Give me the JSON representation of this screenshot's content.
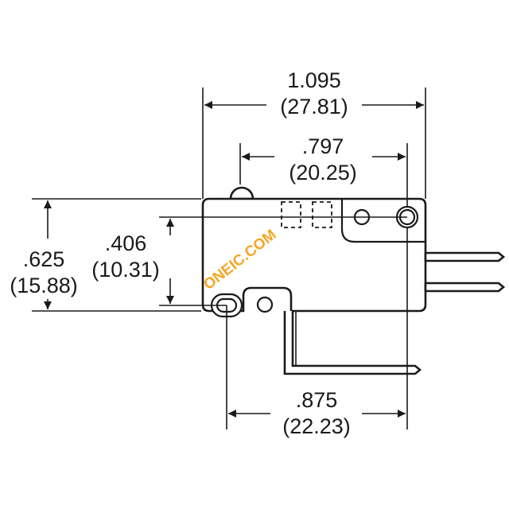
{
  "dimensions": {
    "overall_length": {
      "inch": "1.095",
      "mm": "(27.81)"
    },
    "mounting_to_lever": {
      "inch": ".797",
      "mm": "(20.25)"
    },
    "height": {
      "inch": ".625",
      "mm": "(15.88)"
    },
    "hole_offset": {
      "inch": ".406",
      "mm": "(10.31)"
    },
    "terminal_spacing": {
      "inch": ".875",
      "mm": "(22.23)"
    }
  },
  "watermark": {
    "text": "ONEIC.COM",
    "color_primary": "#f5a623",
    "color_secondary": "#e8891c"
  }
}
